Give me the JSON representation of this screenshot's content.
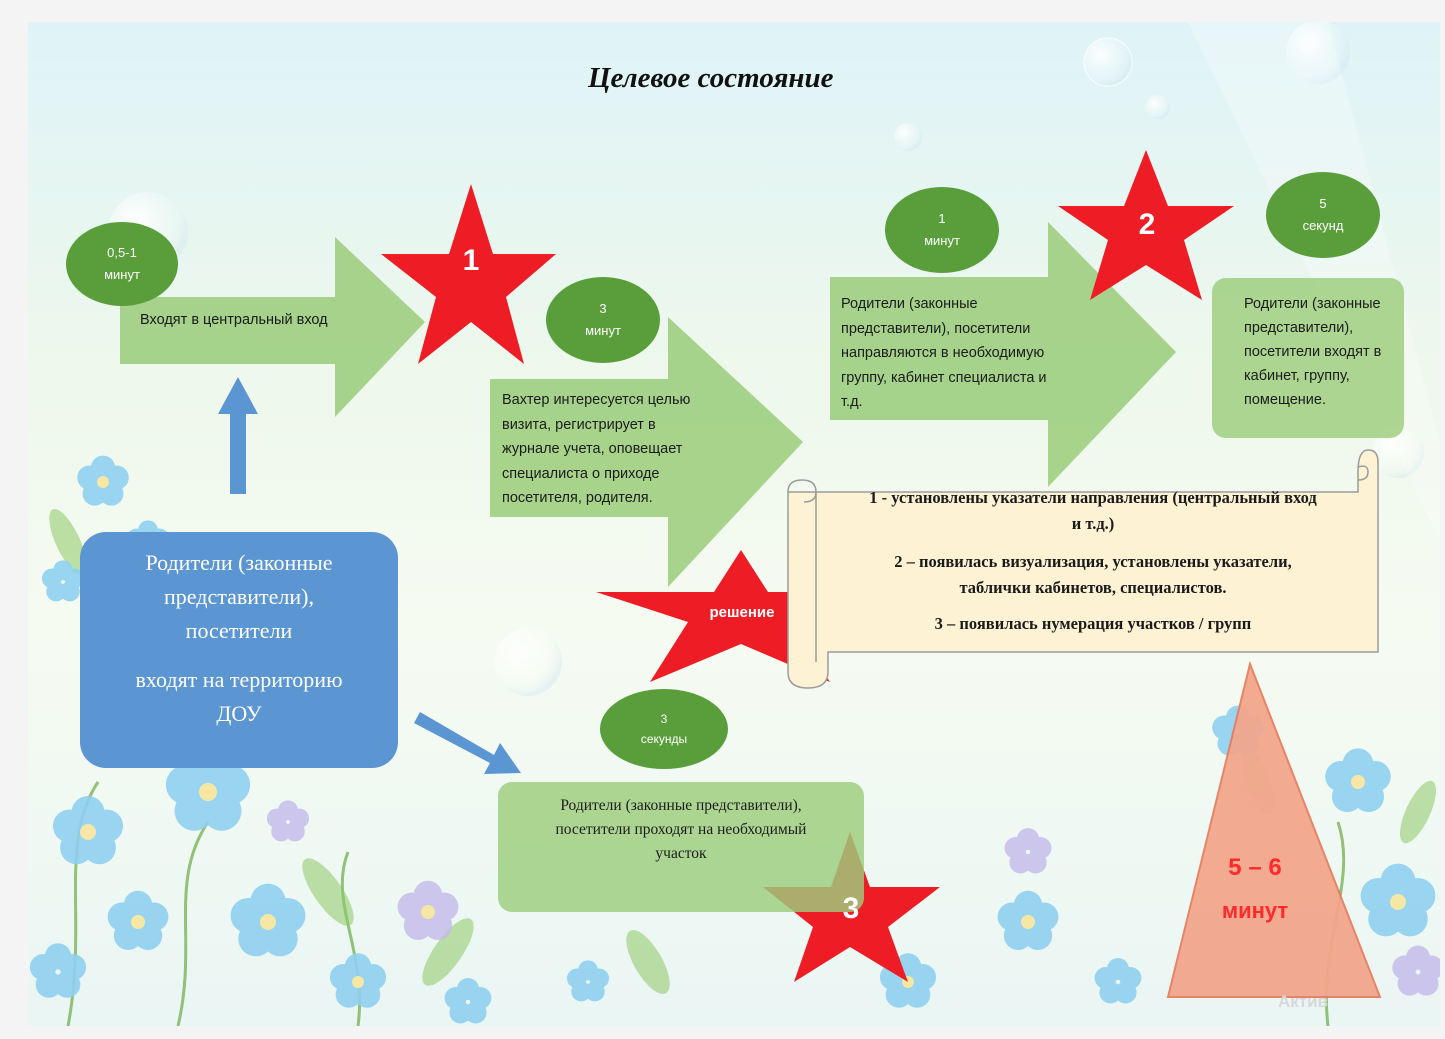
{
  "title": "Целевое состояние",
  "start": {
    "line1": "Родители (законные",
    "line2": "представители),",
    "line3": "посетители",
    "line4": "входят на территорию",
    "line5": "ДОУ"
  },
  "steps": {
    "entrance": {
      "time_value": "0,5-1",
      "time_unit": "минут",
      "text": "Входят в центральный вход"
    },
    "watchman": {
      "time_value": "3",
      "time_unit": "минут",
      "lines": [
        "Вахтер интересуется целью",
        "визита, регистрирует в",
        "журнале учета, оповещает",
        "специалиста о приходе",
        "посетителя, родителя."
      ]
    },
    "directed": {
      "time_value": "1",
      "time_unit": "минут",
      "lines": [
        "Родители (законные",
        "представители), посетители",
        "направляются в необходимую",
        "группу, кабинет специалиста и",
        "т.д."
      ]
    },
    "enter_room": {
      "time_value": "5",
      "time_unit": "секунд",
      "lines": [
        "Родители (законные",
        "представители),",
        "посетители входят в",
        "кабинет, группу,",
        "помещение."
      ]
    },
    "site": {
      "time_value": "3",
      "time_unit": "секунды",
      "lines": [
        "Родители (законные представители),",
        "посетители проходят на необходимый",
        "участок"
      ]
    }
  },
  "stars": {
    "one": "1",
    "two": "2",
    "three": "3",
    "solution": "решение"
  },
  "scroll": {
    "line1a": "1 -  установлены указатели направления (центральный вход",
    "line1b": "и т.д.)",
    "line2a": "2 – появилась визуализация, установлены указатели,",
    "line2b": "таблички кабинетов, специалистов.",
    "line3": "3 – появилась нумерация участков / групп"
  },
  "total": {
    "value": "5 – 6",
    "unit": "минут"
  },
  "watermark": "Актив",
  "colors": {
    "green_shape": "#9ccd7d",
    "green_oval": "#5a9e3c",
    "blue_box": "#5b95d2",
    "star_red": "#ee1c24",
    "scroll_fill": "#fdf3d4",
    "triangle_fill": "#f2a68c",
    "triangle_text": "#ff2a2a"
  }
}
